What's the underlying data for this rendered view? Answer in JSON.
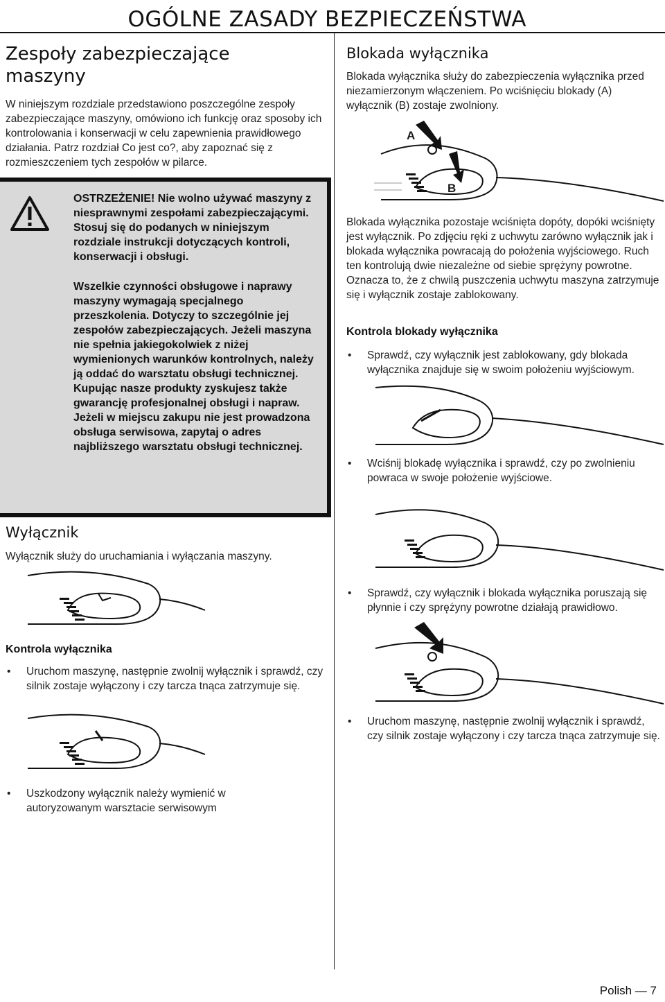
{
  "header": {
    "title": "OGÓLNE ZASADY BEZPIECZEŃSTWA"
  },
  "left": {
    "section_title": "Zespoły zabezpieczające maszyny",
    "intro": "W niniejszym rozdziale przedstawiono poszczególne zespoły zabezpieczające maszyny, omówiono ich funkcję oraz sposoby ich kontrolowania i konserwacji w celu zapewnienia prawidłowego działania. Patrz rozdział Co jest co?, aby zapoznać się z rozmieszczeniem tych zespołów w pilarce.",
    "warning": {
      "para1": "OSTRZEŻENIE! Nie wolno używać maszyny z niesprawnymi zespołami zabezpieczającymi. Stosuj się do podanych w niniejszym rozdziale instrukcji dotyczących kontroli, konserwacji i obsługi.",
      "para2": "Wszelkie czynności obsługowe i naprawy maszyny wymagają specjalnego przeszkolenia. Dotyczy to szczególnie jej zespołów zabezpieczających. Jeżeli maszyna nie spełnia jakiegokolwiek z niżej wymienionych warunków kontrolnych, należy ją oddać do warsztatu obsługi technicznej. Kupując nasze produkty zyskujesz także gwarancję profesjonalnej obsługi i napraw. Jeżeli w miejscu zakupu nie jest prowadzona obsługa serwisowa, zapytaj o adres najbliższego warsztatu obsługi technicznej."
    },
    "switch_title": "Wyłącznik",
    "switch_text": "Wyłącznik służy do uruchamiania i wyłączania maszyny.",
    "switch_check_title": "Kontrola wyłącznika",
    "switch_check_bullet1": "Uruchom maszynę, następnie zwolnij wyłącznik i sprawdź, czy silnik zostaje wyłączony i czy tarcza tnąca zatrzymuje się.",
    "switch_check_bullet2": "Uszkodzony wyłącznik należy wymienić w autoryzowanym warsztacie serwisowym"
  },
  "right": {
    "lock_title": "Blokada wyłącznika",
    "lock_intro": "Blokada wyłącznika służy do zabezpieczenia wyłącznika przed niezamierzonym włączeniem. Po wciśnięciu blokady (A) wyłącznik (B) zostaje zwolniony.",
    "label_a": "A",
    "label_b": "B",
    "lock_text2": "Blokada wyłącznika pozostaje wciśnięta dopóty, dopóki wciśnięty jest wyłącznik. Po zdjęciu ręki z uchwytu zarówno wyłącznik jak i blokada wyłącznika powracają do położenia wyjściowego. Ruch ten kontrolują dwie niezależne od siebie sprężyny powrotne. Oznacza to, że z chwilą puszczenia uchwytu maszyna zatrzymuje się i wyłącznik zostaje zablokowany.",
    "lock_check_title": "Kontrola blokady wyłącznika",
    "lock_bullet1": "Sprawdź, czy wyłącznik jest zablokowany, gdy blokada wyłącznika znajduje się w swoim położeniu wyjściowym.",
    "lock_bullet2": "Wciśnij blokadę wyłącznika i sprawdź, czy po zwolnieniu powraca w swoje położenie wyjściowe.",
    "lock_bullet3": "Sprawdź, czy wyłącznik i blokada wyłącznika poruszają się płynnie i czy sprężyny powrotne działają prawidłowo.",
    "lock_bullet4": "Uruchom maszynę, następnie zwolnij wyłącznik i sprawdź, czy silnik zostaje wyłączony i czy tarcza tnąca zatrzymuje się."
  },
  "footer": {
    "page_label": "Polish — 7"
  },
  "colors": {
    "warning_bg": "#d9d9d9",
    "ink": "#111111"
  }
}
